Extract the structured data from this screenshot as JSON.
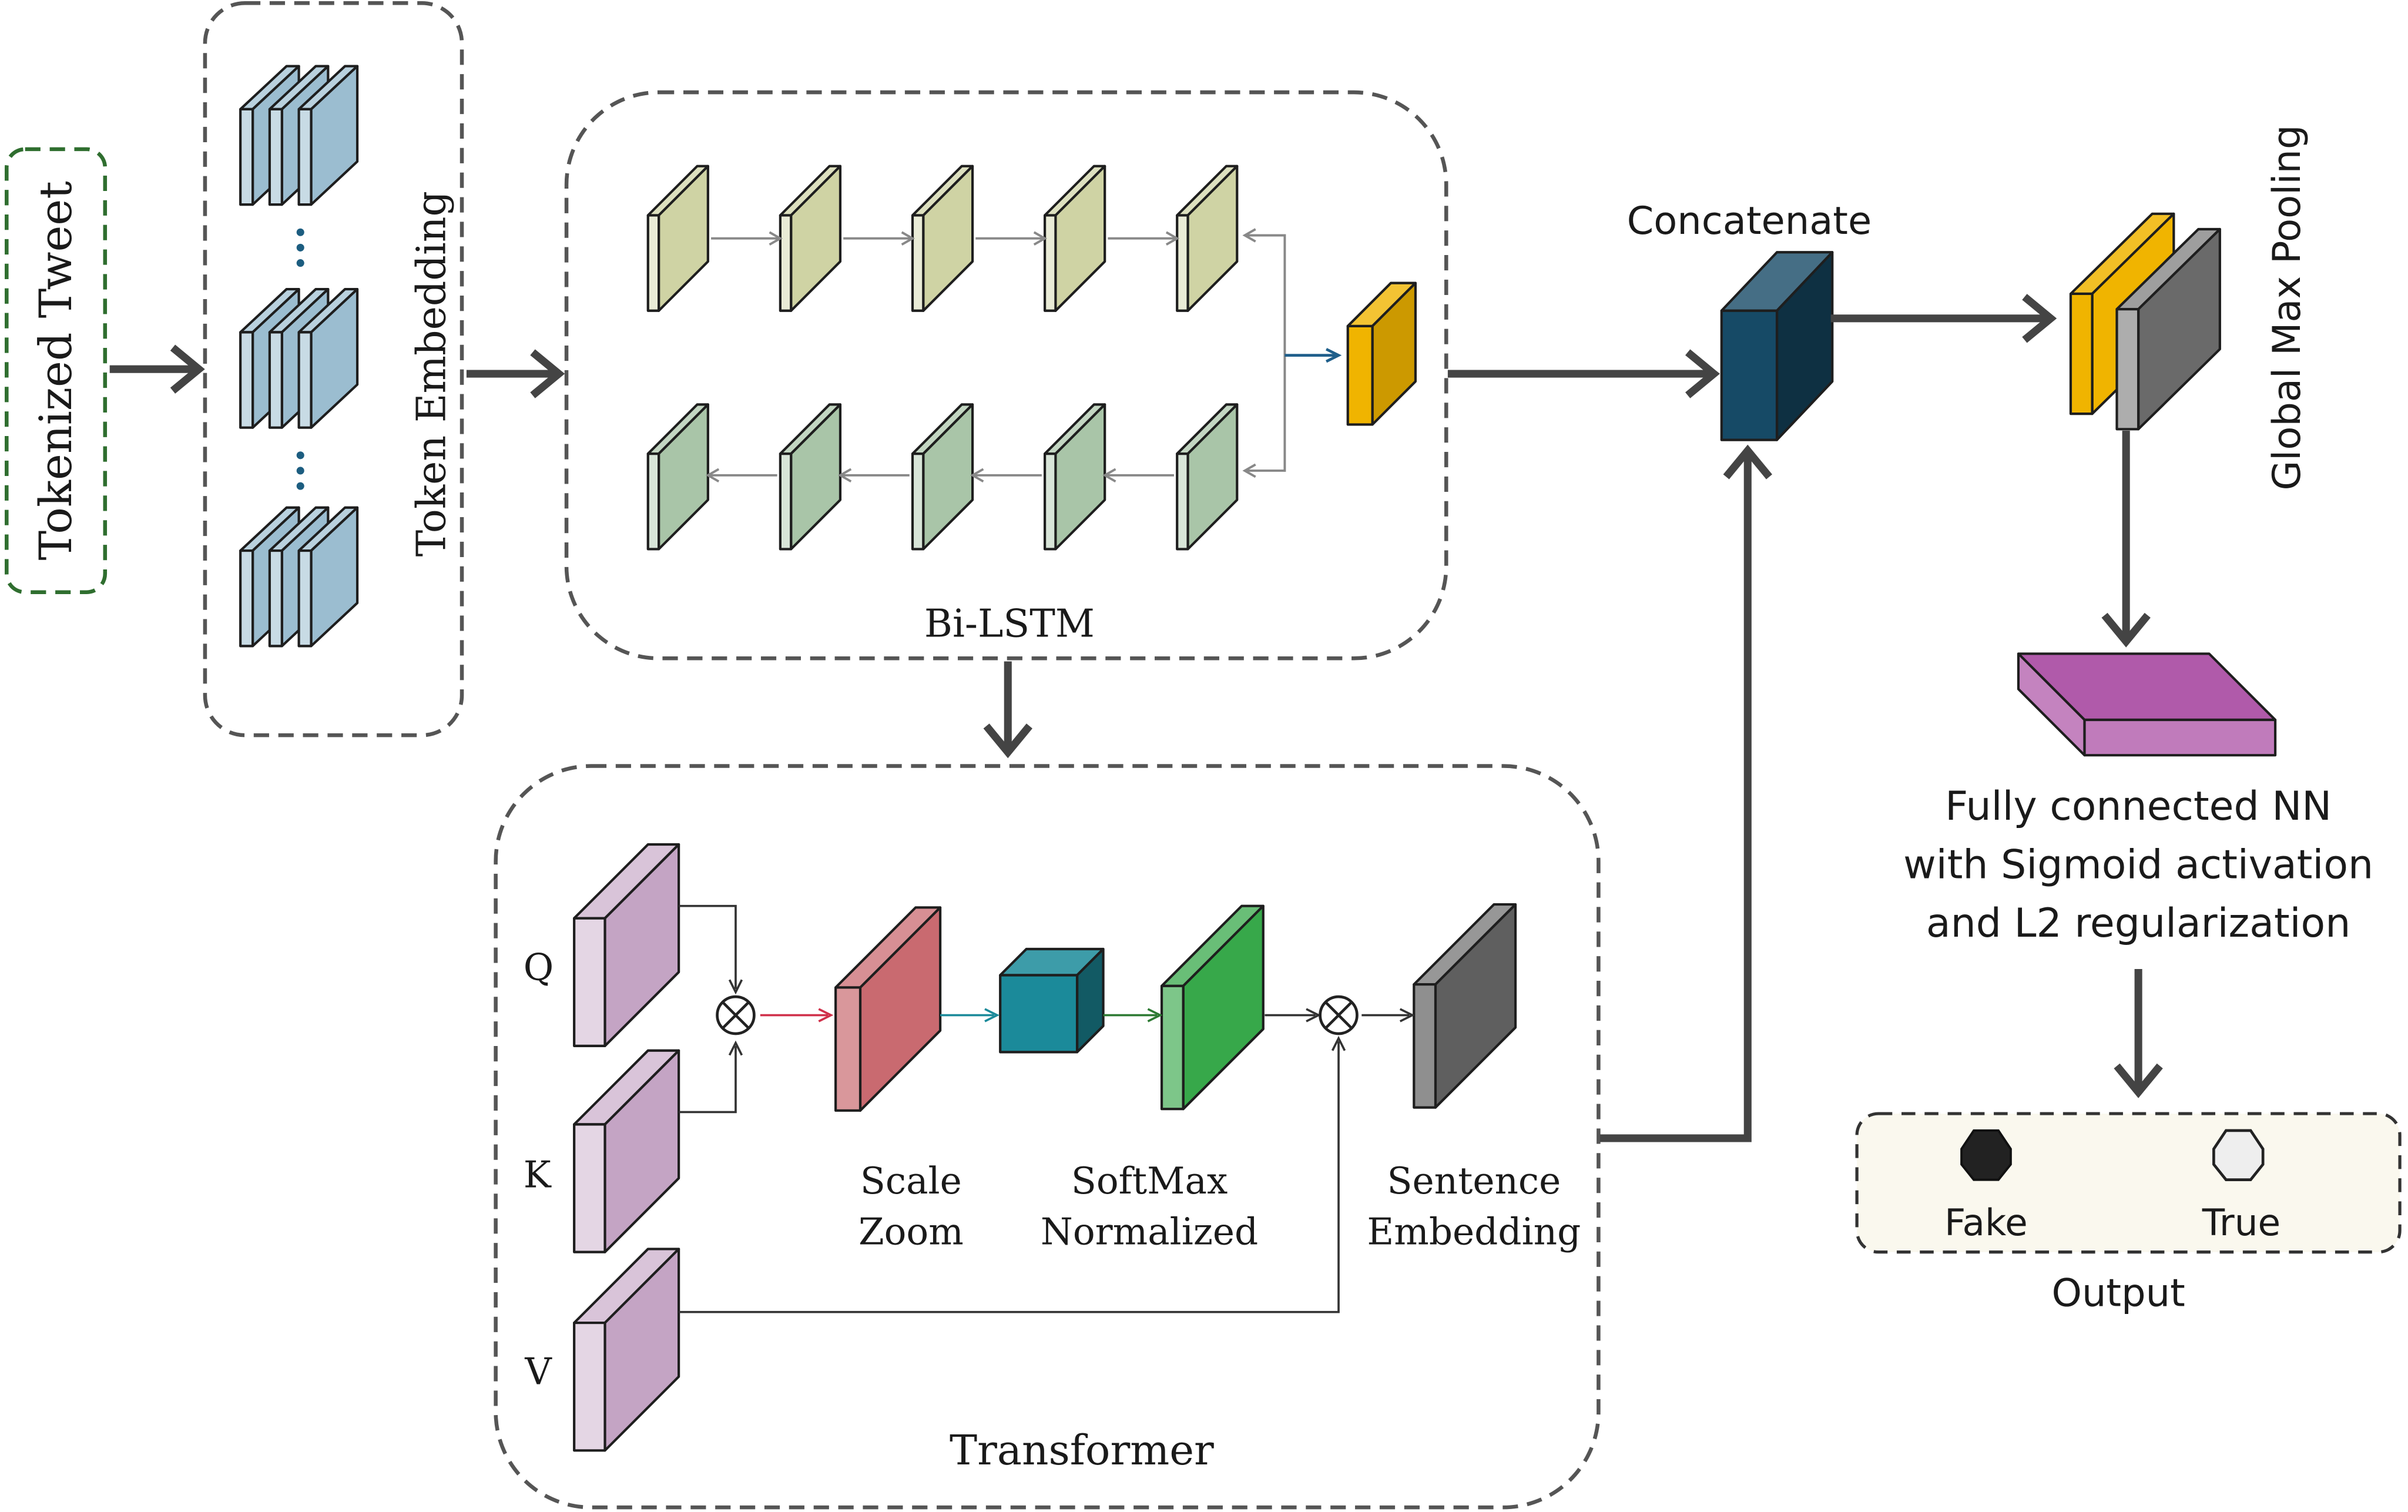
{
  "labels": {
    "tokenized_tweet": "Tokenized Tweet",
    "token_embedding": "Token Embedding",
    "bilstm": "Bi-LSTM",
    "transformer": "Transformer",
    "concatenate": "Concatenate",
    "global_max_pooling": "Global Max Pooling",
    "q": "Q",
    "k": "K",
    "v": "V",
    "scale_zoom_line1": "Scale",
    "scale_zoom_line2": "Zoom",
    "softmax_line1": "SoftMax",
    "softmax_line2": "Normalized",
    "sentence_line1": "Sentence",
    "sentence_line2": "Embedding",
    "fc_line1": "Fully connected NN",
    "fc_line2": "with Sigmoid activation",
    "fc_line3": "and L2 regularization",
    "fake": "Fake",
    "true": "True",
    "output": "Output"
  },
  "colors": {
    "tweet_border": "#2f6e2f",
    "embedding_block": "#9bbdd0",
    "lstm_forward": "#cfd3a4",
    "lstm_backward": "#a9c5a8",
    "lstm_output": "#f0b400",
    "query_key_value": "#c4a4c4",
    "scale": "#c96a70",
    "softmax_cube": "#1b8a9a",
    "normalized": "#37a84a",
    "sentence": "#5f5f5f",
    "concatenate": "#164a66",
    "pool_yellow": "#f0b400",
    "pool_gray": "#6a6a6a",
    "fully_connected": "#b05aaa",
    "output_box": "#faf8ee",
    "fake_node": "#222222",
    "true_node": "#eeeeee",
    "arrow": "#444444"
  }
}
